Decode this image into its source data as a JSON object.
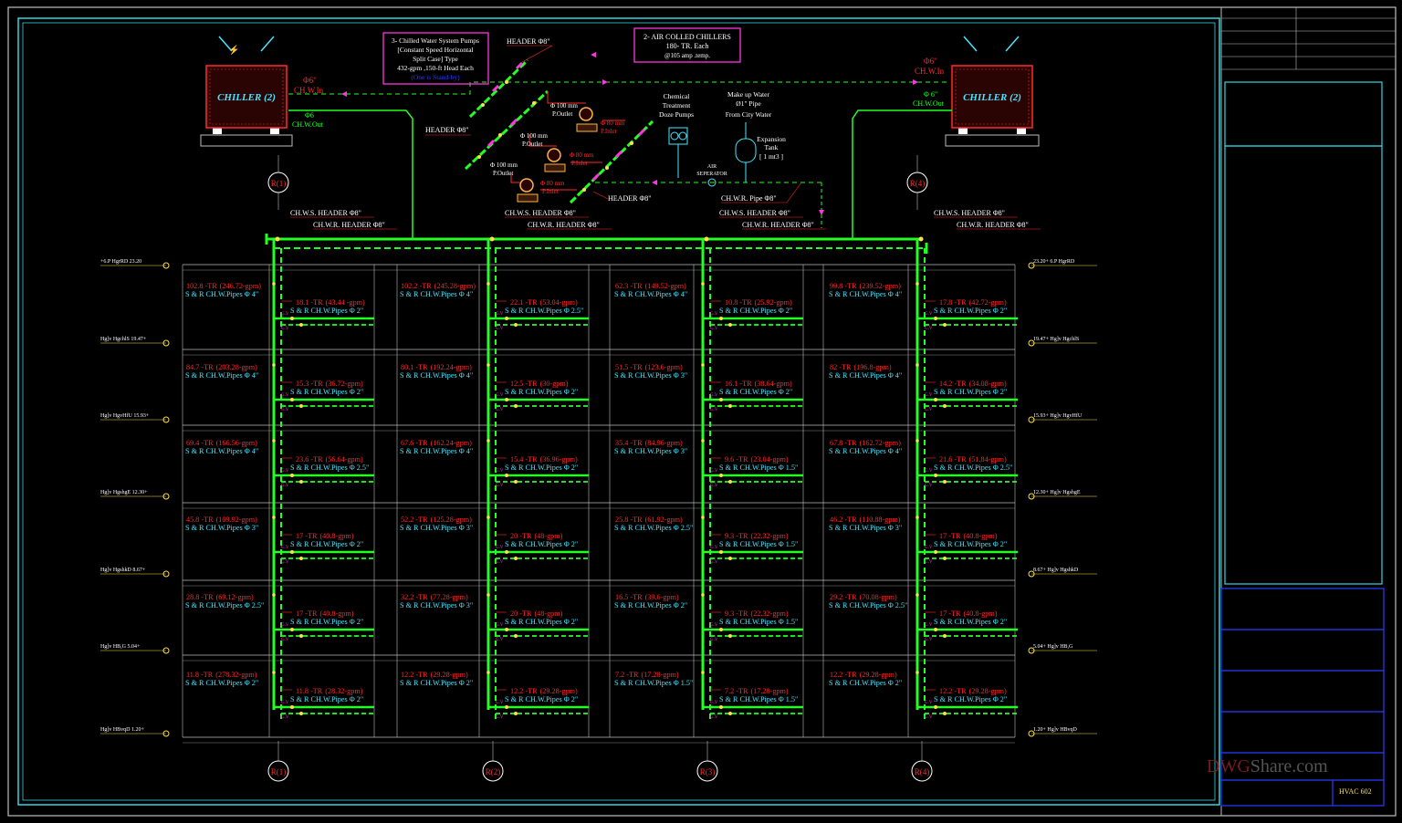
{
  "chillers": [
    {
      "label": "CHILLER (2)",
      "in_size": "Φ6\"",
      "in_label": "CH.W.In",
      "out_size": "Φ6",
      "out_label": "CH.W.Out"
    },
    {
      "label": "CHILLER (2)",
      "in_size": "Φ6\"",
      "in_label": "CH.W.In",
      "out_size": "Φ 6\"",
      "out_label": "CH.W.Out"
    }
  ],
  "pump_note": [
    "3- Chilled Water System Pumps",
    "[Constant Speed Horizontal",
    "Split Case] Type",
    "432-gpm ,150-ft Head Each",
    "(One is Stand-by)"
  ],
  "chiller_note": [
    "2- AIR COLLED CHILLERS",
    "180- TR. Each",
    "@105  amp  .temp."
  ],
  "header_labels": {
    "h1": "HEADER Φ8\"",
    "h2": "HEADER Φ8\"",
    "h3": "HEADER Φ8\""
  },
  "pumps": [
    {
      "outlet": "Φ 100 mm",
      "outlet_label": "P.Outlet",
      "inlet": "Φ 80 mm",
      "inlet_label": "P.Inlet"
    },
    {
      "outlet": "Φ 100 mm",
      "outlet_label": "P.Outlet",
      "inlet": "Φ 80 mm",
      "inlet_label": "P.Inlet"
    },
    {
      "outlet": "Φ 100 mm",
      "outlet_label": "P.Outlet",
      "inlet": "Φ 80 mm",
      "inlet_label": "P.Inlet"
    }
  ],
  "chemical": [
    "Chemical",
    "Treatment",
    "Doze Pumps"
  ],
  "makeup": [
    "Make up Water",
    "Ø1\" Pipe",
    "From City Water"
  ],
  "expansion": [
    "Expansion",
    "Tank",
    "[ 1 mt3 ]"
  ],
  "air_sep": [
    "AIR",
    "SEPERATOR"
  ],
  "chwr_pipe": "CH.W.R. Pipe Φ8\"",
  "riser_header_labels": [
    {
      "s": "CH.W.S. HEADER Φ8\"",
      "r": "CH.W.R. HEADER Φ8\""
    },
    {
      "s": "CH.W.S. HEADER Φ8\"",
      "r": "CH.W.R. HEADER Φ8\""
    },
    {
      "s": "CH.W.S. HEADER Φ8\"",
      "r": "CH.W.R. HEADER Φ8\""
    },
    {
      "s": "CH.W.S. HEADER Φ8\"",
      "r": "CH.W.R. HEADER Φ8\""
    }
  ],
  "riser_tags": [
    "R(1)",
    "R(2)",
    "R(3)",
    "R(4)"
  ],
  "levels_left": [
    "+6.P  HgrRD   23.20",
    "Hg]v  HgchlS  19.47+",
    "Hg]v  HgvHfU  15.93+",
    "Hg]v  HgshgE  12.30+",
    "Hg]v  HgshkD   8.67+",
    "Hg]v  HB,G   5.04+",
    "Hg]v  HBvqD   1.20+"
  ],
  "levels_right": [
    "23.20+   6.P  HgrRD",
    "19.47+  Hg]v  HgchlS",
    "15.93+  Hg]v  HgvHfU",
    "12.30+  Hg]v  HgshgE",
    "8.67+  Hg]v  HgshkD",
    "5.04+  Hg]v  HB,G",
    "1.20+  Hg]v  HBvqD"
  ],
  "riser_load_rows": [
    [
      {
        "tr": "102.8 -TR",
        "gpm": "(246.72-gpm)",
        "pipe": "S & R CH.W.Pipes Φ 4\""
      },
      {
        "tr": "102.2 -TR",
        "gpm": "(245.28-gpm)",
        "pipe": "S & R CH.W.Pipes Φ 4\""
      },
      {
        "tr": "62.3 -TR",
        "gpm": "(149.52-gpm)",
        "pipe": "S & R CH.W.Pipes Φ 4\""
      },
      {
        "tr": "99.8 -TR",
        "gpm": "(239.52-gpm)",
        "pipe": "S & R CH.W.Pipes Φ 4\""
      }
    ],
    [
      {
        "tr": "84.7 -TR",
        "gpm": "(203.28-gpm)",
        "pipe": "S & R CH.W.Pipes Φ 4\""
      },
      {
        "tr": "80.1 -TR",
        "gpm": "(192.24-gpm)",
        "pipe": "S & R CH.W.Pipes Φ 4\""
      },
      {
        "tr": "51.5 -TR",
        "gpm": "(123.6-gpm)",
        "pipe": "S & R CH.W.Pipes Φ 3\""
      },
      {
        "tr": "82 -TR",
        "gpm": "(196.8-gpm)",
        "pipe": "S & R CH.W.Pipes Φ 4\""
      }
    ],
    [
      {
        "tr": "69.4 -TR",
        "gpm": "(166.56-gpm)",
        "pipe": "S & R CH.W.Pipes Φ 4\""
      },
      {
        "tr": "67.6 -TR",
        "gpm": "(162.24-gpm)",
        "pipe": "S & R CH.W.Pipes Φ 4\""
      },
      {
        "tr": "35.4 -TR",
        "gpm": "(84.96-gpm)",
        "pipe": "S & R CH.W.Pipes Φ 3\""
      },
      {
        "tr": "67.8 -TR",
        "gpm": "(162.72-gpm)",
        "pipe": "S & R CH.W.Pipes Φ 4\""
      }
    ],
    [
      {
        "tr": "45.8 -TR",
        "gpm": "(109.92-gpm)",
        "pipe": "S & R CH.W.Pipes Φ 3\""
      },
      {
        "tr": "52.2 -TR",
        "gpm": "(125.28-gpm)",
        "pipe": "S & R CH.W.Pipes Φ 3\""
      },
      {
        "tr": "25.8 -TR",
        "gpm": "(61.92-gpm)",
        "pipe": "S & R CH.W.Pipes Φ 2.5\""
      },
      {
        "tr": "46.2 -TR",
        "gpm": "(110.88-gpm)",
        "pipe": "S & R CH.W.Pipes Φ 3\""
      }
    ],
    [
      {
        "tr": "28.8 -TR",
        "gpm": "(69.12-gpm)",
        "pipe": "S & R CH.W.Pipes Φ 2.5\""
      },
      {
        "tr": "32.2 -TR",
        "gpm": "(77.28-gpm)",
        "pipe": "S & R CH.W.Pipes Φ 3\""
      },
      {
        "tr": "16.5 -TR",
        "gpm": "(39.6-gpm)",
        "pipe": "S & R CH.W.Pipes Φ 2\""
      },
      {
        "tr": "29.2 -TR",
        "gpm": "(70.08-gpm)",
        "pipe": "S & R CH.W.Pipes Φ 2.5\""
      }
    ],
    [
      {
        "tr": "11.8 -TR",
        "gpm": "(278.32-gpm)",
        "pipe": "S & R CH.W.Pipes Φ 2\""
      },
      {
        "tr": "12.2 -TR",
        "gpm": "(29.28-gpm)",
        "pipe": "S & R CH.W.Pipes Φ 2\""
      },
      {
        "tr": "7.2 -TR",
        "gpm": "(17.28-gpm)",
        "pipe": "S & R CH.W.Pipes Φ 1.5\""
      },
      {
        "tr": "12.2 -TR",
        "gpm": "(29.28-gpm)",
        "pipe": "S & R CH.W.Pipes Φ 2\""
      }
    ]
  ],
  "branch_load_rows": [
    [
      {
        "tr": "18.1 -TR",
        "gpm": "(43.44 -gpm)",
        "pipe": "S & R CH.W.Pipes Φ 2\""
      },
      {
        "tr": "22.1 -TR",
        "gpm": "(53.04-gpm)",
        "pipe": "S & R CH.W.Pipes Φ 2.5\""
      },
      {
        "tr": "10.8 -TR",
        "gpm": "(25.92-gpm)",
        "pipe": "S & R CH.W.Pipes Φ 2\""
      },
      {
        "tr": "17.8 -TR",
        "gpm": "(42.72-gpm)",
        "pipe": "S & R CH.W.Pipes Φ 2\""
      }
    ],
    [
      {
        "tr": "15.3 -TR",
        "gpm": "(36.72-gpm)",
        "pipe": "S & R CH.W.Pipes Φ 2\""
      },
      {
        "tr": "12.5 -TR",
        "gpm": "(30-gpm)",
        "pipe": "S & R CH.W.Pipes Φ 2\""
      },
      {
        "tr": "16.1 -TR",
        "gpm": "(38.64-gpm)",
        "pipe": "S & R CH.W.Pipes Φ 2\""
      },
      {
        "tr": "14.2 -TR",
        "gpm": "(34.08-gpm)",
        "pipe": "S & R CH.W.Pipes Φ 2\""
      }
    ],
    [
      {
        "tr": "23.6 -TR",
        "gpm": "(56.64-gpm)",
        "pipe": "S & R CH.W.Pipes Φ 2.5\""
      },
      {
        "tr": "15.4 -TR",
        "gpm": "(36.96-gpm)",
        "pipe": "S & R CH.W.Pipes Φ 2\""
      },
      {
        "tr": "9.6 -TR",
        "gpm": "(23.04-gpm)",
        "pipe": "S & R CH.W.Pipes Φ 1.5\""
      },
      {
        "tr": "21.6 -TR",
        "gpm": "(51.84-gpm)",
        "pipe": "S & R CH.W.Pipes Φ 2.5\""
      }
    ],
    [
      {
        "tr": "17 -TR",
        "gpm": "(40.8-gpm)",
        "pipe": "S & R CH.W.Pipes Φ 2\""
      },
      {
        "tr": "20 -TR",
        "gpm": "(48-gpm)",
        "pipe": "S & R CH.W.Pipes Φ 2\""
      },
      {
        "tr": "9.3 -TR",
        "gpm": "(22.32-gpm)",
        "pipe": "S & R CH.W.Pipes Φ 1.5\""
      },
      {
        "tr": "17 -TR",
        "gpm": "(40.8-gpm)",
        "pipe": "S & R CH.W.Pipes Φ 2\""
      }
    ],
    [
      {
        "tr": "17 -TR",
        "gpm": "(40.8-gpm)",
        "pipe": "S & R CH.W.Pipes Φ 2\""
      },
      {
        "tr": "20 -TR",
        "gpm": "(48-gpm)",
        "pipe": "S & R CH.W.Pipes Φ 2\""
      },
      {
        "tr": "9.3 -TR",
        "gpm": "(22.32-gpm)",
        "pipe": "S & R CH.W.Pipes Φ 1.5\""
      },
      {
        "tr": "17 -TR",
        "gpm": "(40.8-gpm)",
        "pipe": "S & R CH.W.Pipes Φ 2\""
      }
    ],
    [
      {
        "tr": "11.8 -TR",
        "gpm": "(28.32-gpm)",
        "pipe": "S & R CH.W.Pipes Φ 2\""
      },
      {
        "tr": "12.2 -TR",
        "gpm": "(29.28-gpm)",
        "pipe": "S & R CH.W.Pipes Φ 2\""
      },
      {
        "tr": "7.2 -TR",
        "gpm": "(17.28-gpm)",
        "pipe": "S & R CH.W.Pipes Φ 1.5\""
      },
      {
        "tr": "12.2 -TR",
        "gpm": "(29.28-gpm)",
        "pipe": "S & R CH.W.Pipes Φ 2\""
      }
    ]
  ],
  "valve_tag": "G.V",
  "watermark": {
    "a": "DWG",
    "b": "Share.com"
  },
  "sheet_no": "HVAC 602",
  "colors": {
    "pipe": "#22ff22",
    "frame": "#35d6e0",
    "red": "#ff2a2a",
    "cyan": "#46e6ff",
    "yellow": "#ffe14a",
    "magenta": "#ff35e0",
    "title_block": "#2a3cff"
  }
}
